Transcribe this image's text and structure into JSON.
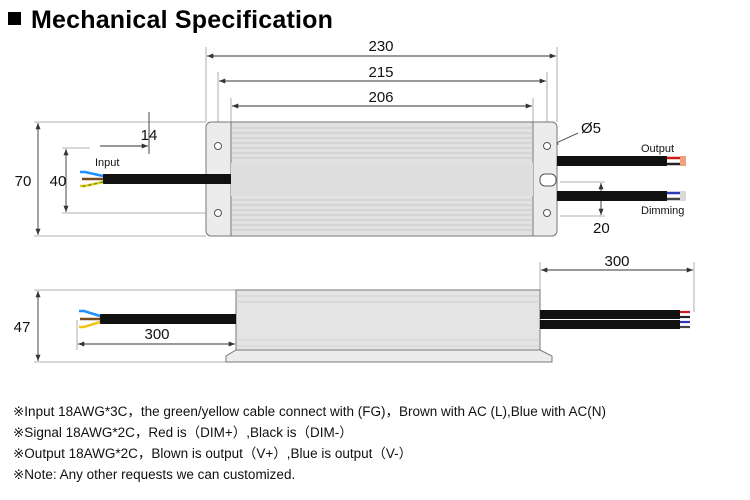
{
  "title": "Mechanical Specification",
  "top_view": {
    "dim_overall": "230",
    "dim_mount": "215",
    "dim_body": "206",
    "dim_edge": "14",
    "dim_hole": "Ø5",
    "dim_height": "70",
    "dim_cable_spacing": "40",
    "dim_output_spacing": "20",
    "label_input": "Input",
    "label_output": "Output",
    "label_dimming": "Dimming"
  },
  "side_view": {
    "dim_thickness": "47",
    "dim_input_cable": "300",
    "dim_output_cable": "300"
  },
  "notes": [
    "※Input 18AWG*3C，the green/yellow cable connect with (FG)，Brown with AC (L),Blue with AC(N)",
    "※Signal 18AWG*2C，Red is（DIM+）,Black is（DIM-）",
    "※Output 18AWG*2C，Blown is output（V+）,Blue is output（V-）",
    "※Note: Any other requests we can customized."
  ]
}
